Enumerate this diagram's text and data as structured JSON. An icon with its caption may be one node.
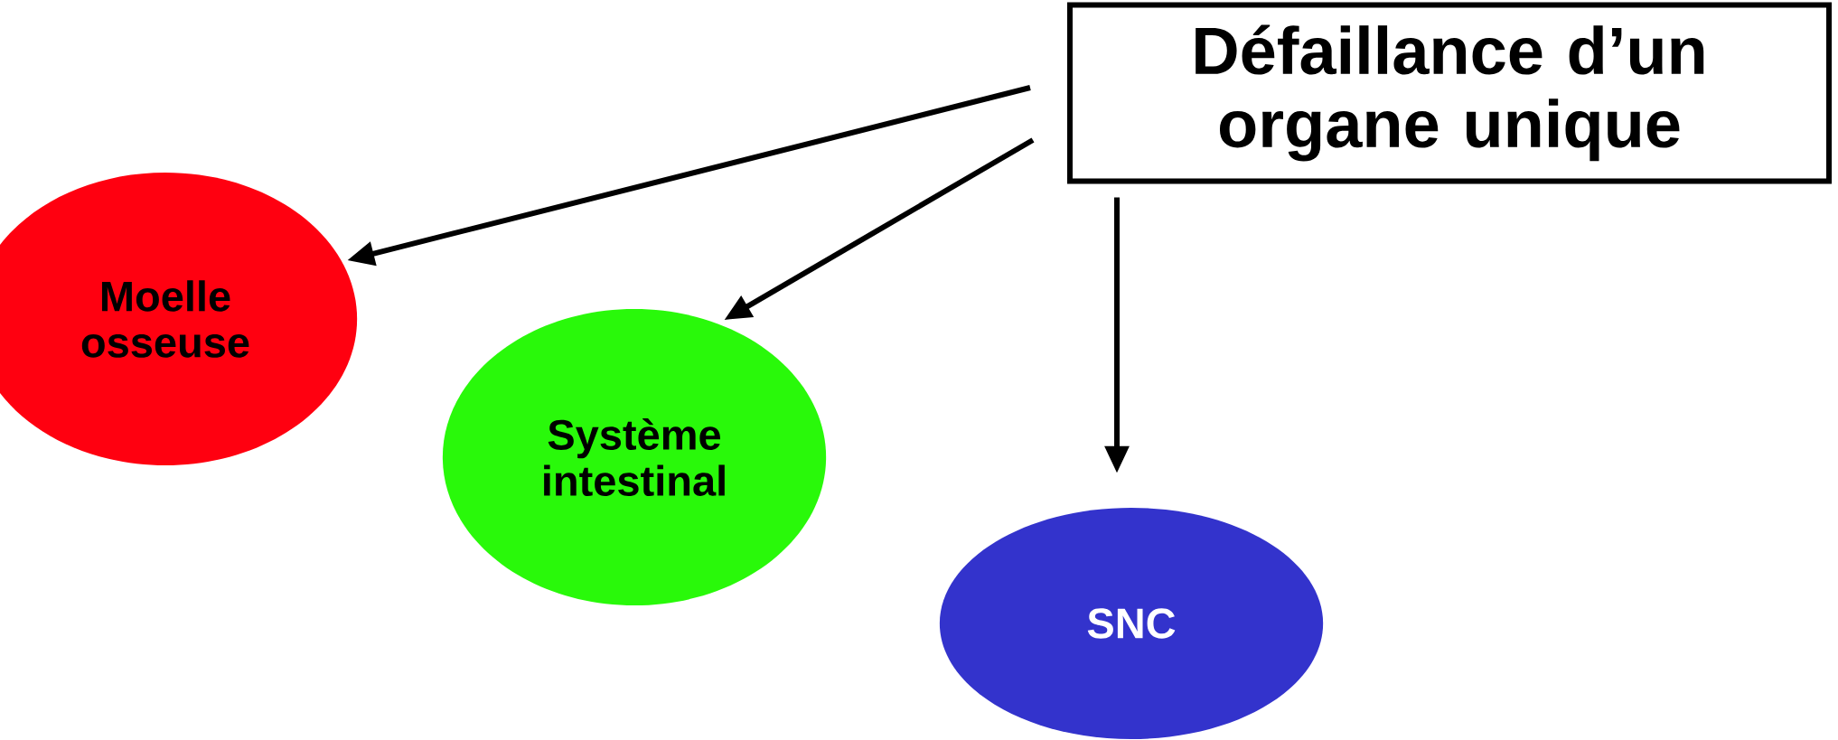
{
  "diagram": {
    "nodes": [
      {
        "text": [
          "Défaillance d’un organe unique"
        ]
      },
      {
        "text": [
          "Moelle osseuse"
        ]
      },
      {
        "text": [
          "Système intestinal"
        ]
      },
      {
        "text": [
          "SNC"
        ]
      }
    ],
    "edges": [
      {
        "from": 0,
        "to": 1,
        "arrow": "to"
      },
      {
        "from": 0,
        "to": 2,
        "arrow": "to"
      },
      {
        "from": 0,
        "to": 3,
        "arrow": "to"
      }
    ]
  }
}
